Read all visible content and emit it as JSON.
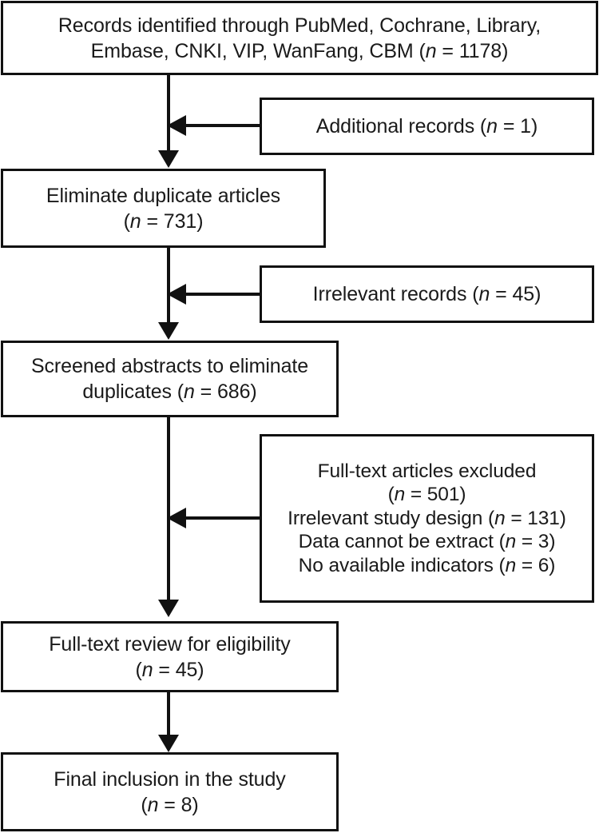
{
  "diagram": {
    "type": "prisma-flow-diagram",
    "title": "",
    "background_color": "#ffffff",
    "line_color": "#111111",
    "text_color": "#1a1a1a"
  },
  "main_boxes": [
    {
      "id": "identification",
      "lines": [
        "Records identified through PubMed, Cochrane, Library,",
        "Embase, CNKI, VIP, WanFang, CBM (n = 1178)"
      ],
      "count": 1178
    },
    {
      "id": "eliminate-duplicates",
      "lines": [
        "Eliminate duplicate articles",
        "(n = 731)"
      ],
      "count": 731
    },
    {
      "id": "screened-abstracts",
      "lines": [
        "Screened abstracts to eliminate",
        "duplicates (n = 686)"
      ],
      "count": 686
    },
    {
      "id": "full-text-review",
      "lines": [
        "Full-text review for eligibility",
        "(n = 45)"
      ],
      "count": 45
    },
    {
      "id": "final-inclusion",
      "lines": [
        "Final inclusion in the study",
        "(n = 8)"
      ],
      "count": 8
    }
  ],
  "side_boxes": [
    {
      "id": "additional-records",
      "lines": [
        "Additional records (n = 1)"
      ],
      "count": 1
    },
    {
      "id": "irrelevant-records",
      "lines": [
        "Irrelevant records (n = 45)"
      ],
      "count": 45
    },
    {
      "id": "full-text-excluded",
      "lines": [
        "Full-text articles excluded",
        "(n = 501)",
        "Irrelevant study design (n = 131)",
        "Data cannot be extract (n = 3)",
        "No available indicators (n = 6)"
      ],
      "count": 501,
      "reasons": [
        {
          "label": "Irrelevant study design",
          "count": 131
        },
        {
          "label": "Data cannot be extract",
          "count": 3
        },
        {
          "label": "No available indicators",
          "count": 6
        }
      ]
    }
  ],
  "connectors": [
    {
      "id": "arrow-box1-to-box2",
      "direction": "down"
    },
    {
      "id": "arrow-additional-to-spine",
      "direction": "left"
    },
    {
      "id": "arrow-box2-to-box3",
      "direction": "down"
    },
    {
      "id": "arrow-irrelevant-to-spine",
      "direction": "left"
    },
    {
      "id": "arrow-box3-to-box4",
      "direction": "down"
    },
    {
      "id": "arrow-excluded-to-spine",
      "direction": "left"
    },
    {
      "id": "arrow-box4-to-box5",
      "direction": "down"
    }
  ]
}
